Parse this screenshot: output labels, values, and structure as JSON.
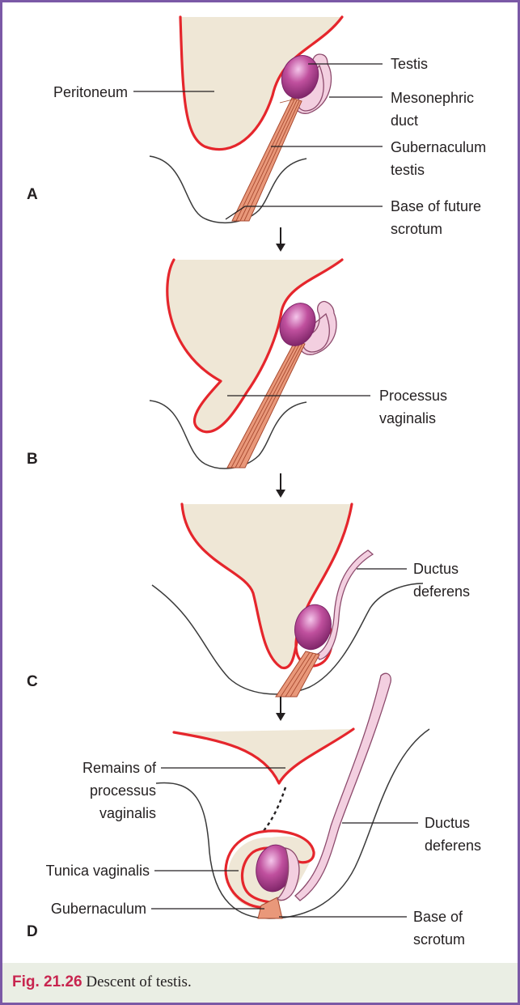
{
  "panels": [
    {
      "letter": "A",
      "labels": {
        "peritoneum": "Peritoneum",
        "testis": "Testis",
        "mesonephric_duct_1": "Mesonephric",
        "mesonephric_duct_2": "duct",
        "gubernaculum_1": "Gubernaculum",
        "gubernaculum_2": "testis",
        "base_1": "Base of future",
        "base_2": "scrotum"
      }
    },
    {
      "letter": "B",
      "labels": {
        "processus_1": "Processus",
        "processus_2": "vaginalis"
      }
    },
    {
      "letter": "C",
      "labels": {
        "ductus_1": "Ductus",
        "ductus_2": "deferens"
      }
    },
    {
      "letter": "D",
      "labels": {
        "remains_1": "Remains of",
        "remains_2": "processus",
        "remains_3": "vaginalis",
        "tunica": "Tunica vaginalis",
        "gubernaculum": "Gubernaculum",
        "ductus_1": "Ductus",
        "ductus_2": "deferens",
        "base_1": "Base of",
        "base_2": "scrotum"
      }
    }
  ],
  "caption": {
    "figure_label": "Fig. 21.26",
    "text": " Descent of testis."
  },
  "colors": {
    "frame": "#7b59a6",
    "peritoneum_line": "#e5262c",
    "cavity_fill": "#efe7d6",
    "testis": "#a83a8a",
    "duct": "#f3cfe0",
    "gubernaculum": "#e9987a",
    "caption_band": "#eaeee4",
    "figure_label": "#c8254f"
  }
}
